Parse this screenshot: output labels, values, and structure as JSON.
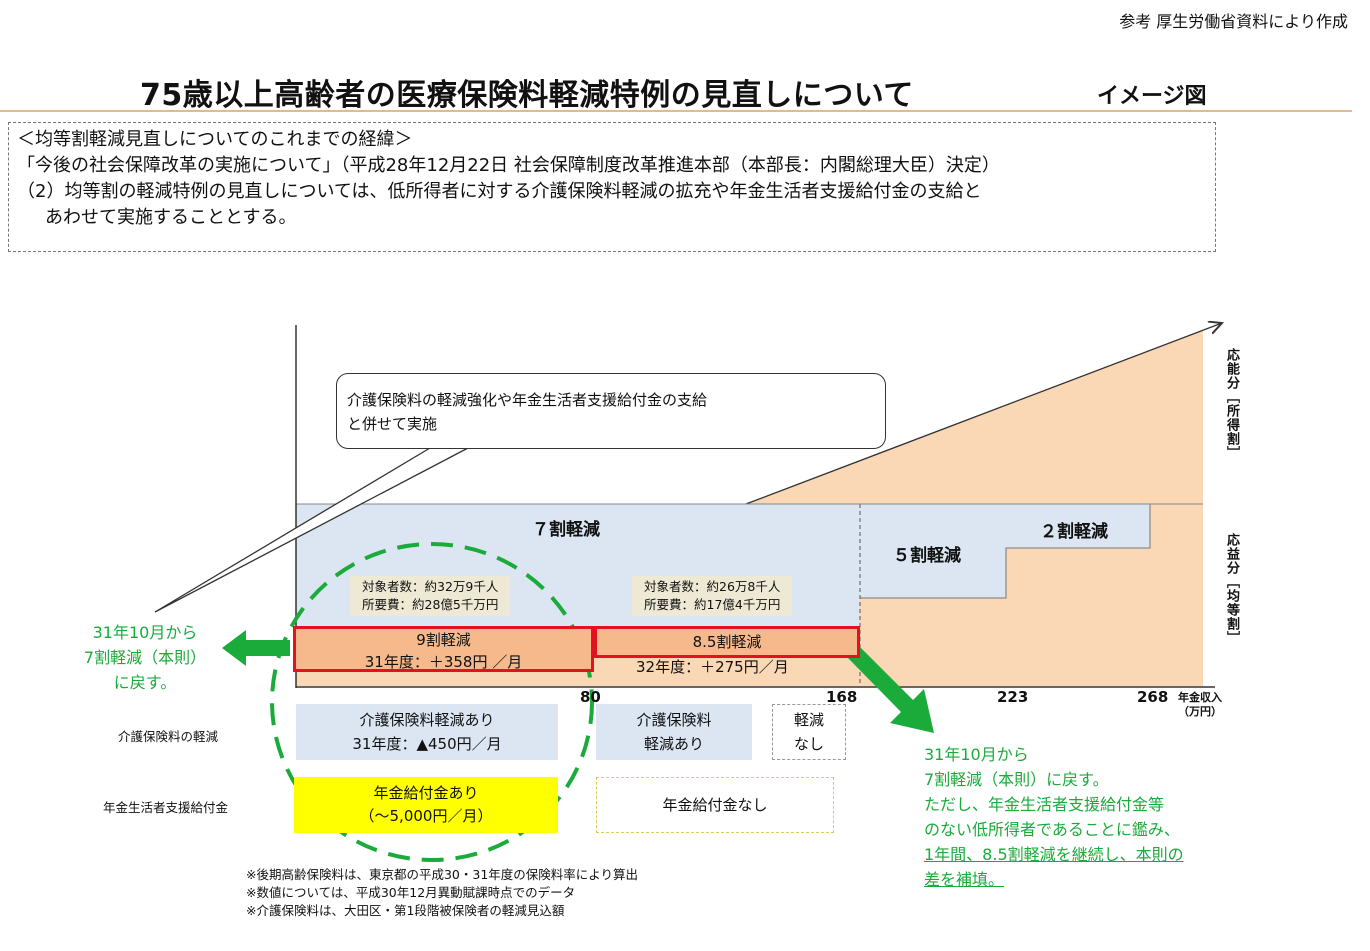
{
  "header": {
    "source_note": "参考 厚生労働省資料により作成",
    "title": "75歳以上高齢者の医療保険料軽減特例の見直しについて",
    "image_label": "イメージ図"
  },
  "context": {
    "heading": "＜均等割軽減見直しについてのこれまでの経緯＞",
    "line1": "「今後の社会保障改革の実施について」（平成28年12月22日 社会保障制度改革推進本部（本部長：内閣総理大臣）決定）",
    "line2": "（2）均等割の軽減特例の見直しについては、低所得者に対する介護保険料軽減の拡充や年金生活者支援給付金の支給と",
    "line3": "あわせて実施することとする。"
  },
  "side_labels": {
    "upper": "応能分［所得割］",
    "lower": "応益分［均等割］"
  },
  "callout": {
    "line1": "介護保険料の軽減強化や年金生活者支援給付金の支給",
    "line2": "と併せて実施"
  },
  "regions": {
    "seven": "７割軽減",
    "five": "５割軽減",
    "two": "２割軽減"
  },
  "stats": {
    "left_line1": "対象者数：約32万9千人",
    "left_line2": "所要費：約28億5千万円",
    "right_line1": "対象者数：約26万8千人",
    "right_line2": "所要費：約17億4千万円"
  },
  "boxes": {
    "nine_title": "9割軽減",
    "nine_sub": "31年度：＋358円 ／月",
    "eight_title": "8.5割軽減",
    "eight_sub": "32年度：＋275円／月"
  },
  "axis": {
    "ticks": [
      "80",
      "168",
      "223",
      "268"
    ],
    "unit_line1": "年金収入",
    "unit_line2": "（万円）"
  },
  "left_note": {
    "line1": "31年10月から",
    "line2": "7割軽減（本則）",
    "line3": "に戻す。"
  },
  "rows": {
    "kaigo_label": "介護保険料の軽減",
    "nenkin_label": "年金生活者支援給付金",
    "kaigo1_line1": "介護保険料軽減あり",
    "kaigo1_line2": "31年度：▲450円／月",
    "kaigo2_line1": "介護保険料",
    "kaigo2_line2": "軽減あり",
    "kaigo3_line1": "軽減",
    "kaigo3_line2": "なし",
    "nenkin1_line1": "年金給付金あり",
    "nenkin1_line2": "（～5,000円／月）",
    "nenkin2": "年金給付金なし"
  },
  "right_note": {
    "line1": "31年10月から",
    "line2": "7割軽減（本則）に戻す。",
    "line3": "ただし、年金生活者支援給付金等",
    "line4": "のない低所得者であることに鑑み、",
    "line5": "1年間、8.5割軽減を継続し、本則の",
    "line6": "差を補填。"
  },
  "footnotes": {
    "n1": "※後期高齢保険料は、東京都の平成30・31年度の保険料率により算出",
    "n2": "※数値については、平成30年12月異動賦課時点でのデータ",
    "n3": "※介護保険料は、大田区・第1段階被保険者の軽減見込額"
  },
  "colors": {
    "peach": "#fad7b5",
    "light_blue": "#dce6f2",
    "orange_box": "#f6b98c",
    "red": "#e4121e",
    "green": "#1aab3b",
    "yellow": "#ffff00"
  }
}
